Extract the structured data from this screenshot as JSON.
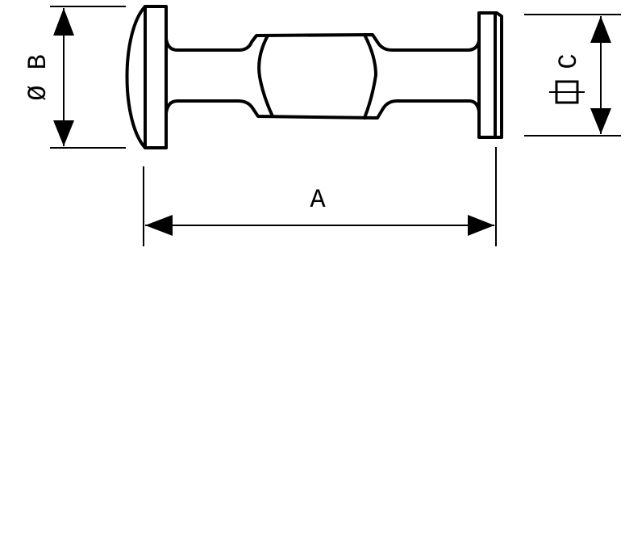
{
  "drawing": {
    "part": "spool-connector",
    "dimensions": {
      "length_label": "A",
      "diameter_label": "Ø B",
      "square_label": "C",
      "square_symbol": "square-section-icon"
    },
    "colors": {
      "line": "#000000",
      "background": "#ffffff"
    }
  }
}
